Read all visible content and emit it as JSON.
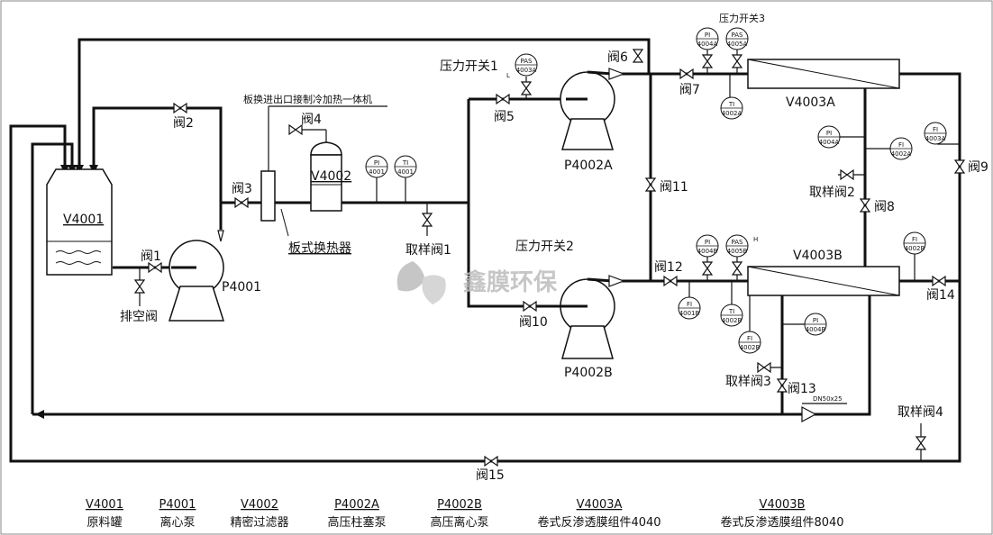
{
  "equipment": {
    "v4001": "V4001",
    "p4001": "P4001",
    "v4002": "V4002",
    "p4002a": "P4002A",
    "p4002b": "P4002B",
    "v4003a": "V4003A",
    "v4003b": "V4003B",
    "plate_exchanger": "板式换热器",
    "exchanger_note": "板换进出口接制冷加热一体机"
  },
  "valves": {
    "v1": "阀1",
    "v2": "阀2",
    "v3": "阀3",
    "v4": "阀4",
    "v5": "阀5",
    "v6": "阀6",
    "v7": "阀7",
    "v8": "阀8",
    "v9": "阀9",
    "v10": "阀10",
    "v11": "阀11",
    "v12": "阀12",
    "v13": "阀13",
    "v14": "阀14",
    "v15": "阀15",
    "vent": "排空阀",
    "sample1": "取样阀1",
    "sample2": "取样阀2",
    "sample3": "取样阀3",
    "sample4": "取样阀4"
  },
  "switches": {
    "ps1": "压力开关1",
    "ps2": "压力开关2",
    "ps3": "压力开关3"
  },
  "instruments": {
    "pi_4001": [
      "PI",
      "4001"
    ],
    "ti_4001": [
      "TI",
      "4001"
    ],
    "pas_4003a_left": [
      "PAS",
      "4003A"
    ],
    "pi_4004a": [
      "PI",
      "4004A"
    ],
    "pas_4005a": [
      "PAS",
      "4005A"
    ],
    "ti_4002a": [
      "TI",
      "4002A"
    ],
    "pi_4004a_mid": [
      "PI",
      "4004A"
    ],
    "fi_4002a": [
      "FI",
      "4002A"
    ],
    "fi_4003a": [
      "FI",
      "4003A"
    ],
    "pi_4004b": [
      "PI",
      "4004B"
    ],
    "pas_4005b": [
      "PAS",
      "4005B"
    ],
    "fi_4002b": [
      "FI",
      "4002B"
    ],
    "fi_4001b": [
      "FI",
      "4001B"
    ],
    "ti_4002b": [
      "TI",
      "4002B"
    ],
    "fi_4002b_low": [
      "FI",
      "4002B"
    ],
    "pi_4004b_low": [
      "PI",
      "4004B"
    ]
  },
  "small_notes": {
    "ps1_suffix": "L",
    "pas_b_suffix": "H",
    "pipe_size": "DN50x25"
  },
  "watermark": "鑫膜环保",
  "legend": [
    {
      "code": "V4001",
      "desc": "原料罐"
    },
    {
      "code": "P4001",
      "desc": "离心泵"
    },
    {
      "code": "V4002",
      "desc": "精密过滤器"
    },
    {
      "code": "P4002A",
      "desc": "高压柱塞泵"
    },
    {
      "code": "P4002B",
      "desc": "高压离心泵"
    },
    {
      "code": "V4003A",
      "desc": "卷式反渗透膜组件4040"
    },
    {
      "code": "V4003B",
      "desc": "卷式反渗透膜组件8040"
    }
  ]
}
